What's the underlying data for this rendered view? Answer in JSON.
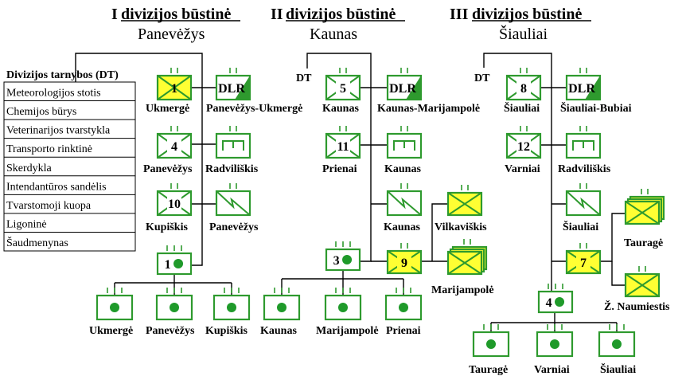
{
  "divisions": [
    {
      "title_roman": "I",
      "title_word": "divizijos būstinė",
      "city": "Panevėžys"
    },
    {
      "title_roman": "II",
      "title_word": "divizijos būstinė",
      "city": "Kaunas"
    },
    {
      "title_roman": "III",
      "title_word": "divizijos būstinė",
      "city": "Šiauliai"
    }
  ],
  "dt_label": "DT",
  "dlr_label": "DLR",
  "services_table": {
    "header": "Divizijos tarnybos (DT)",
    "rows": [
      "Meteorologijos stotis",
      "Chemijos būrys",
      "Veterinarijos tvarstykla",
      "Transporto rinktinė",
      "Skerdykla",
      "Intendantūros sandėlis",
      "Tvarstomoji kuopa",
      "Ligoninė",
      "Šaudmenynas"
    ]
  },
  "units": {
    "inf1": {
      "num": "1",
      "label": "Ukmergė"
    },
    "inf4": {
      "num": "4",
      "label": "Panevėžys"
    },
    "inf10": {
      "num": "10",
      "label": "Kupiškis"
    },
    "dlr1": {
      "label": "Panevėžys-Ukmergė"
    },
    "eng1": {
      "label": "Radviliškis"
    },
    "sig1": {
      "label": "Panevėžys"
    },
    "art1": {
      "num": "1"
    },
    "bat1a": {
      "label": "Ukmergė"
    },
    "bat1b": {
      "label": "Panevėžys"
    },
    "bat1c": {
      "label": "Kupiškis"
    },
    "inf5": {
      "num": "5",
      "label": "Kaunas"
    },
    "inf11": {
      "num": "11",
      "label": "Prienai"
    },
    "dlr2": {
      "label": "Kaunas-Marijampolė"
    },
    "eng2": {
      "label": "Kaunas"
    },
    "sig2": {
      "label": "Kaunas"
    },
    "cav_vilk": {
      "label": "Vilkaviškis"
    },
    "inf9": {
      "num": "9"
    },
    "cav_mar": {
      "label": "Marijampolė"
    },
    "art3": {
      "num": "3"
    },
    "bat3a": {
      "label": "Kaunas"
    },
    "bat3b": {
      "label": "Marijampolė"
    },
    "bat3c": {
      "label": "Prienai"
    },
    "inf8": {
      "num": "8",
      "label": "Šiauliai"
    },
    "inf12": {
      "num": "12",
      "label": "Varniai"
    },
    "dlr3": {
      "label": "Šiauliai-Bubiai"
    },
    "eng3": {
      "label": "Radviliškis"
    },
    "sig3": {
      "label": "Šiauliai"
    },
    "cav_taur": {
      "label": "Tauragė"
    },
    "inf7": {
      "num": "7"
    },
    "cav_zn": {
      "label": "Ž. Naumiestis"
    },
    "art4": {
      "num": "4"
    },
    "bat4a": {
      "label": "Tauragė"
    },
    "bat4b": {
      "label": "Varniai"
    },
    "bat4c": {
      "label": "Šiauliai"
    }
  },
  "colors": {
    "green": "#2e9a2e",
    "yellow": "#ffff33",
    "dot": "#1f9a2a"
  }
}
